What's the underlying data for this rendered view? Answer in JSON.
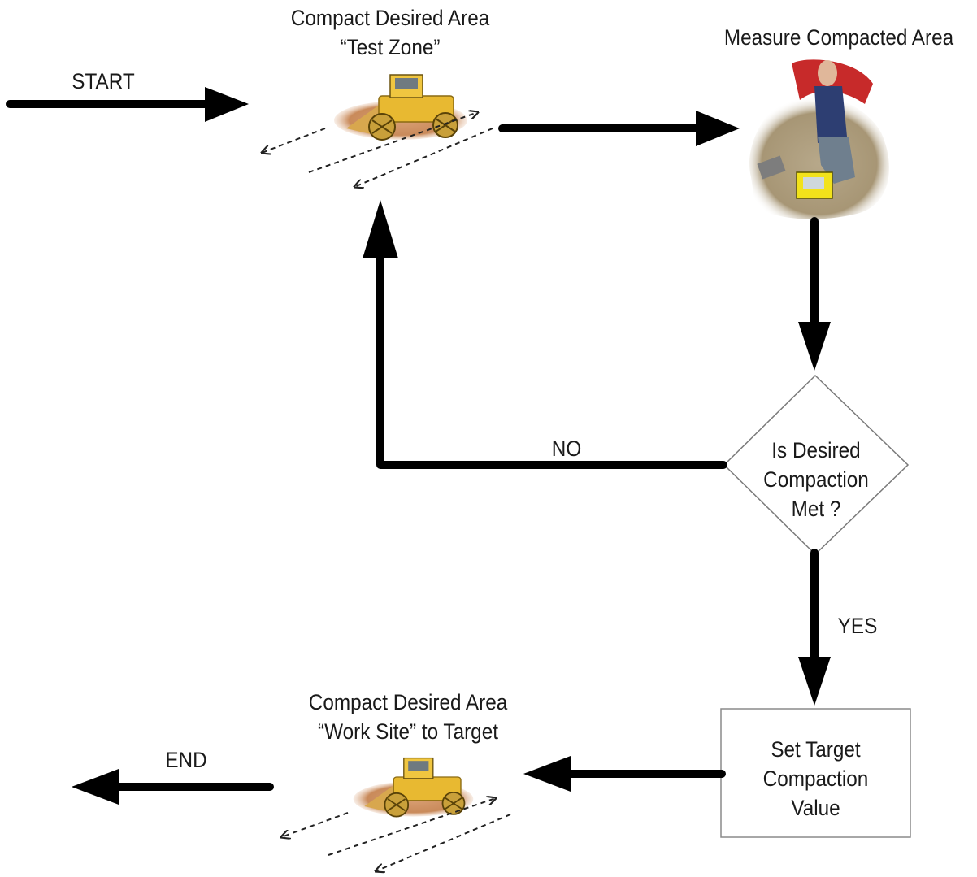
{
  "start_label": "START",
  "end_label": "END",
  "steps": {
    "compact_test_zone": {
      "line1": "Compact Desired Area",
      "line2": "“Test Zone”"
    },
    "measure": {
      "line1": "Measure Compacted Area"
    },
    "decision": {
      "line1": "Is Desired",
      "line2": "Compaction",
      "line3": "Met ?"
    },
    "set_target": {
      "line1": "Set Target",
      "line2": "Compaction",
      "line3": "Value"
    },
    "compact_work_site": {
      "line1": "Compact Desired Area",
      "line2": "“Work Site” to Target"
    }
  },
  "branches": {
    "no_label": "NO",
    "yes_label": "YES"
  },
  "colors": {
    "arrow": "#000000",
    "box_border": "#6b6b6b",
    "compactor_yellow": "#e8b931",
    "soil": "#c98a5a",
    "gauge_yellow": "#f2e21b"
  },
  "icons": [
    "compactor-photo",
    "measurement-photo",
    "compactor-photo"
  ]
}
